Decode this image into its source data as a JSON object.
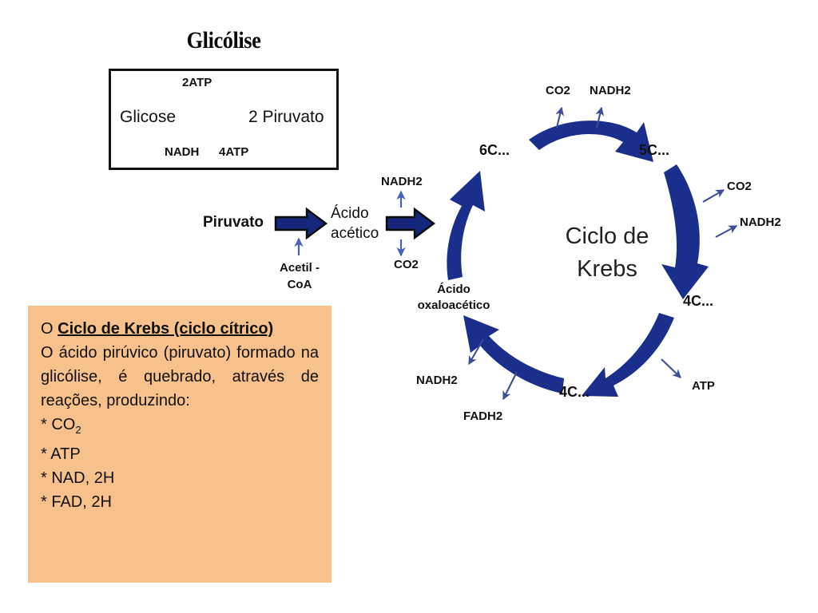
{
  "glycolysis": {
    "title": "Glicólise",
    "input_top": "2ATP",
    "substrate": "Glicose",
    "product": "2 Piruvato",
    "output_left": "NADH",
    "output_right": "4ATP"
  },
  "pyruvate_step": {
    "pyruvate": "Piruvato",
    "acetic_acid": "Ácido acético",
    "acetic_acid_line1": "Ácido",
    "acetic_acid_line2": "acético",
    "cofactor_line1": "Acetil -",
    "cofactor_line2": "CoA",
    "output_nadh2": "NADH2",
    "output_co2": "CO2"
  },
  "krebs": {
    "center_line1": "Ciclo de",
    "center_line2": "Krebs",
    "nodes": {
      "six_c": "6C...",
      "five_c": "5C...",
      "four_c_right": "4C...",
      "four_c_bottom": "4C...",
      "oxaloacetic_line1": "Ácido",
      "oxaloacetic_line2": "oxaloacético"
    },
    "outputs": {
      "top_co2": "CO2",
      "top_nadh2": "NADH2",
      "right_co2": "CO2",
      "right_nadh2": "NADH2",
      "bottom_atp": "ATP",
      "left_nadh2": "NADH2",
      "left_fadh2": "FADH2"
    }
  },
  "info_box": {
    "heading_prefix": "O ",
    "heading_bold": "Ciclo de Krebs (ciclo cítrico)",
    "paragraph": "O ácido pirúvico (piruvato) formado na glicólise, é quebrado, através de reações, produzindo:",
    "bullets": [
      {
        "marker": "*",
        "text": "CO",
        "sub": "2"
      },
      {
        "marker": "*",
        "text": "ATP",
        "sub": ""
      },
      {
        "marker": "*",
        "text": "NAD, 2H",
        "sub": ""
      },
      {
        "marker": "*",
        "text": "FAD, 2H",
        "sub": ""
      }
    ]
  },
  "colors": {
    "arrow_blue": "#1a2e8c",
    "thin_arrow_blue": "#4a63b8",
    "info_background": "#f7c18c",
    "black_outline": "#111111"
  }
}
